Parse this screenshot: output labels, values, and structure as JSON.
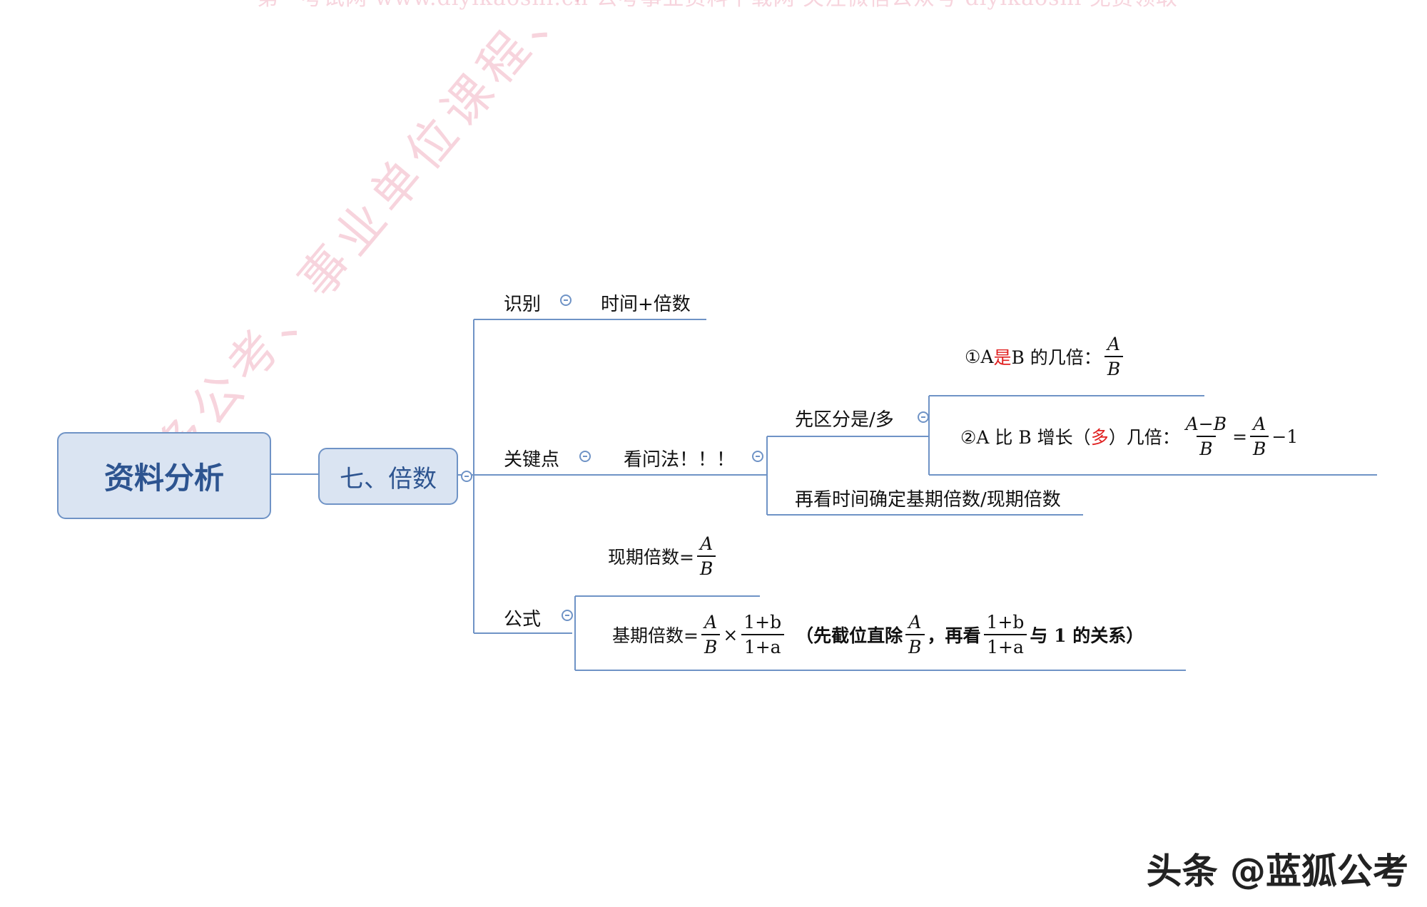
{
  "watermark": {
    "top_text": "第一考试网 www.diyikaoshi.cn 公考事业资料下载网 关注微信公众号 diyikaoshi 免费领取",
    "diagonal_text": "更多公考、事业单位课程、资料请关注公众号：[蓝狐公考]"
  },
  "mindmap": {
    "root": "资料分析",
    "topic": "七、倍数",
    "identify": {
      "label": "识别",
      "content": "时间+倍数"
    },
    "key_point": {
      "label": "关键点",
      "look_question": "看问法！！！",
      "distinguish": "先区分是/多",
      "case1": {
        "prefix": "①A ",
        "is_word": "是",
        "middle": " B 的几倍：",
        "num": "A",
        "den": "B"
      },
      "case2": {
        "prefix": "②A 比 B 增长（",
        "more_word": "多",
        "middle": "）几倍：",
        "num1": "A−B",
        "den1": "B",
        "eq": "=",
        "num2": "A",
        "den2": "B",
        "tail": "−1"
      },
      "then_time": "再看时间确定基期倍数/现期倍数"
    },
    "formula": {
      "label": "公式",
      "current": {
        "prefix": "现期倍数=",
        "num": "A",
        "den": "B"
      },
      "base": {
        "prefix": "基期倍数=",
        "num1": "A",
        "den1": "B",
        "times": "×",
        "num2": "1+b",
        "den2": "1+a",
        "note_open": "（先截位直除",
        "note_num1": "A",
        "note_den1": "B",
        "note_mid": "，再看",
        "note_num2": "1+b",
        "note_den2": "1+a",
        "note_close": "与 1 的关系）"
      }
    }
  },
  "brand": "头条 @蓝狐公考",
  "colors": {
    "line": "#6f93c6",
    "node_fill": "#dae4f2",
    "node_text": "#2d5490",
    "highlight": "#e02020",
    "watermark": "#e678a0"
  }
}
